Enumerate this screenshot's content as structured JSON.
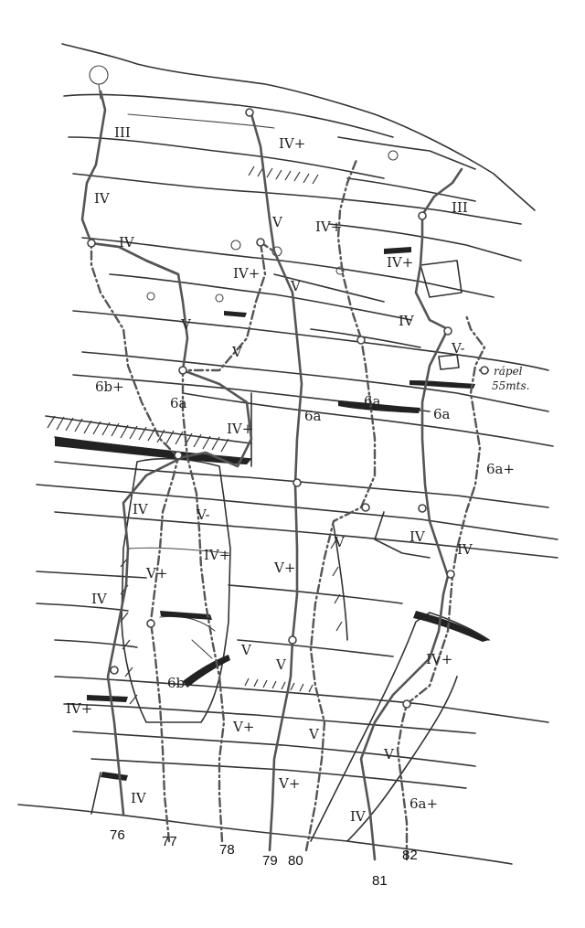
{
  "grades": {
    "g1": "III",
    "g2": "IV",
    "g3": "IV",
    "g4": "IV+",
    "g5": "V",
    "g6": "IV+",
    "g7": "III",
    "g8": "IV+",
    "g9": "V",
    "g10": "IV+",
    "g11": "V",
    "g12": "IV",
    "g13": "V",
    "g14": "V-",
    "g15": "6b+",
    "g16": "6a",
    "g17": "IV+",
    "g18": "6a",
    "g19": "6a",
    "g20": "6a",
    "g21": "6a+",
    "g22": "IV",
    "g23": "V-",
    "g24": "IV+",
    "g25": "IV",
    "g26": "V+",
    "g27": "V+",
    "g28": "V",
    "g29": "IV",
    "g30": "IV",
    "g31": "V",
    "g32": "IV+",
    "g33": "6b",
    "g34": "V",
    "g35": "IV+",
    "g36": "V+",
    "g37": "V",
    "g38": "V",
    "g39": "IV",
    "g40": "V+",
    "g41": "IV",
    "g42": "6a+"
  },
  "rappel": {
    "line1": "rápel",
    "line2": "55mts."
  },
  "routes": [
    "76",
    "77",
    "78",
    "79",
    "80",
    "81",
    "82"
  ]
}
